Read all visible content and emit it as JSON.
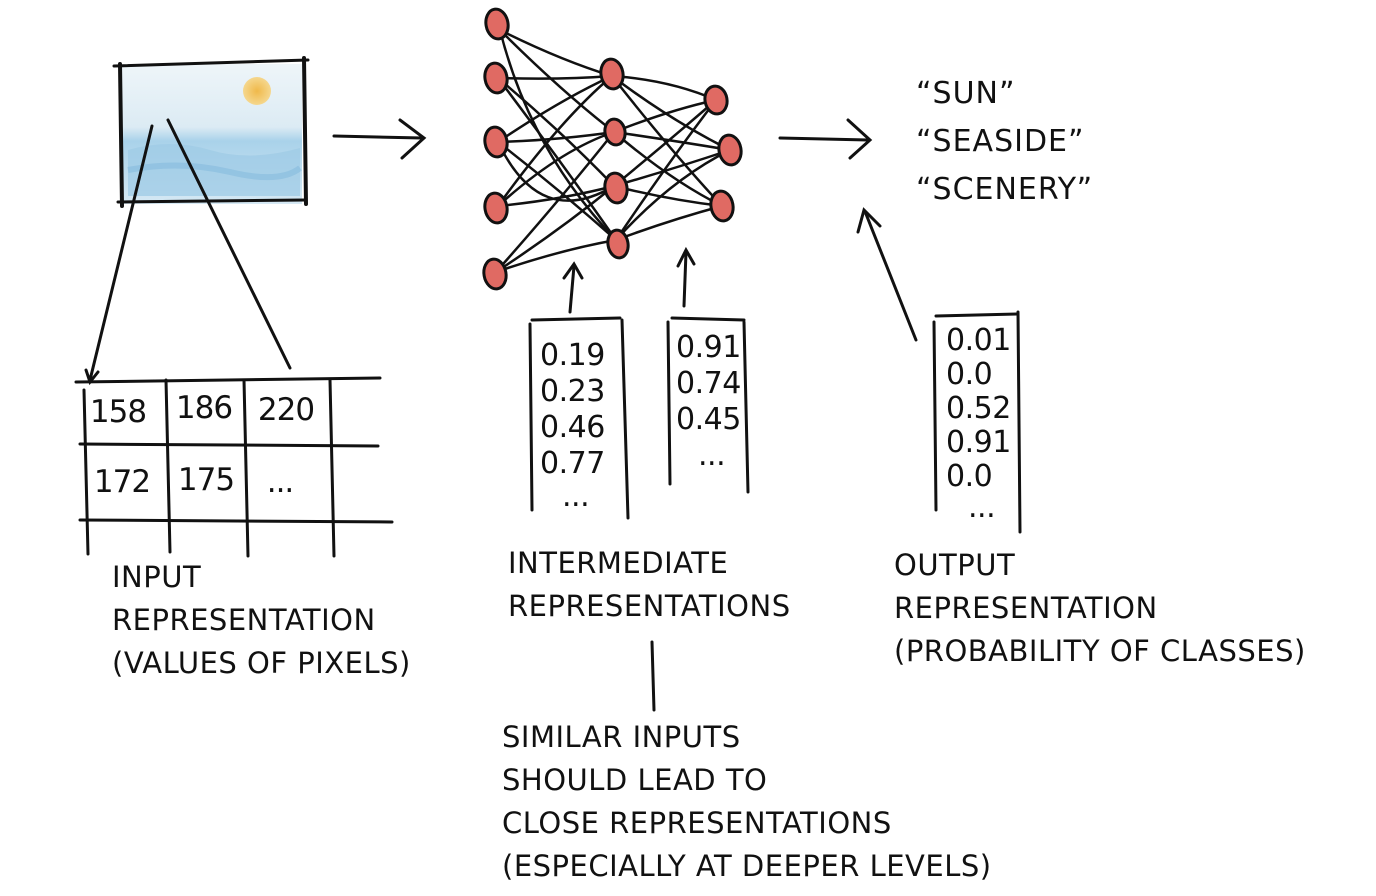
{
  "input_grid": {
    "rows": [
      [
        "158",
        "186",
        "220"
      ],
      [
        "172",
        "175",
        "..."
      ]
    ]
  },
  "intermediate_vectors": [
    [
      "0.19",
      "0.23",
      "0.46",
      "0.77",
      "..."
    ],
    [
      "0.91",
      "0.74",
      "0.45",
      "..."
    ]
  ],
  "output_vector": [
    "0.01",
    "0.0",
    "0.52",
    "0.91",
    "0.0",
    "..."
  ],
  "class_labels": [
    "“SUN”",
    "“SEASIDE”",
    "“SCENERY”"
  ],
  "captions": {
    "input": [
      "INPUT",
      "REPRESENTATION",
      "(VALUES OF PIXELS)"
    ],
    "intermediate": [
      "INTERMEDIATE",
      "REPRESENTATIONS"
    ],
    "output": [
      "OUTPUT",
      "REPRESENTATION",
      "(PROBABILITY OF CLASSES)"
    ],
    "note": [
      "SIMILAR INPUTS",
      "SHOULD LEAD TO",
      "CLOSE REPRESENTATIONS",
      "(ESPECIALLY AT DEEPER LEVELS)"
    ]
  },
  "colors": {
    "ink": "#111111",
    "neuron_fill": "#e06a63",
    "sky": "#cfe3ef",
    "water": "#8cc3e3",
    "sun": "#f0bf55"
  },
  "icons": {
    "image_thumbnail": "seaside-picture",
    "network": "neural-network"
  }
}
